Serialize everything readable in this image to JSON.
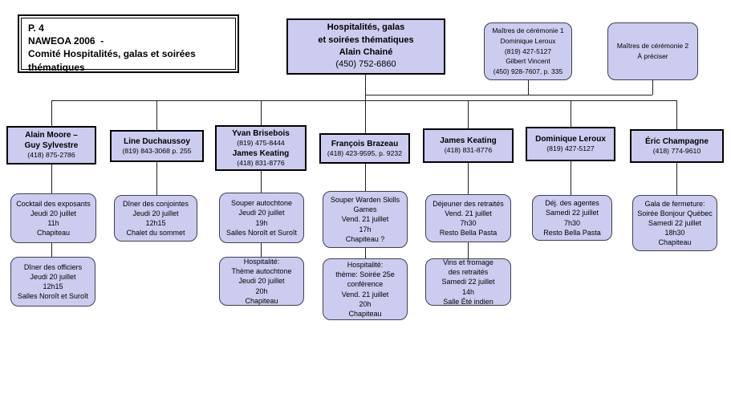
{
  "colors": {
    "box_fill": "#ccccf0",
    "box_border": "#000000",
    "rounded_box_border": "#40404f",
    "connector": "#202020",
    "background": "#ffffff"
  },
  "title_box": {
    "lines": [
      {
        "text": "P. 4",
        "bold": true
      },
      {
        "text": "NAWEOA 2006  -",
        "bold": true
      },
      {
        "text": "Comité Hospitalités, galas et soirées",
        "bold": true
      },
      {
        "text": "thématiques",
        "bold": true
      }
    ]
  },
  "root_box": {
    "lines": [
      {
        "text": "Hospitalités, galas",
        "bold": true
      },
      {
        "text": "et soirées thématiques",
        "bold": true
      },
      {
        "text": "Alain Chainé",
        "bold": true
      },
      {
        "text": "(450) 752-6860"
      }
    ]
  },
  "emcees": [
    {
      "lines": [
        {
          "text": "Maîtres de cérémonie 1"
        },
        {
          "text": "Dominique Leroux"
        },
        {
          "text": "(819) 427-5127"
        },
        {
          "text": "Gilbert Vincent"
        },
        {
          "text": "(450) 928-7607, p. 335"
        }
      ]
    },
    {
      "lines": [
        {
          "text": "Maîtres de cérémonie 2"
        },
        {
          "text": "À préciser"
        }
      ]
    }
  ],
  "leaders": [
    {
      "lines": [
        {
          "text": "Alain Moore –",
          "bold": true
        },
        {
          "text": "Guy Sylvestre",
          "bold": true
        },
        {
          "text": "(418) 875-2786",
          "small": true
        }
      ]
    },
    {
      "lines": [
        {
          "text": "Line Duchaussoy",
          "bold": true
        },
        {
          "text": "(819) 843-3068 p. 255",
          "small": true
        }
      ]
    },
    {
      "lines": [
        {
          "text": "Yvan Brisebois",
          "bold": true
        },
        {
          "text": "(819) 475-8444",
          "small": true
        },
        {
          "text": "James Keating",
          "bold": true
        },
        {
          "text": "(418) 831-8776",
          "small": true
        }
      ]
    },
    {
      "lines": [
        {
          "text": "François Brazeau",
          "bold": true
        },
        {
          "text": "(418) 423-9595, p. 9232",
          "small": true
        }
      ]
    },
    {
      "lines": [
        {
          "text": "James Keating",
          "bold": true
        },
        {
          "text": "(418) 831-8776",
          "small": true
        }
      ]
    },
    {
      "lines": [
        {
          "text": "Dominique Leroux",
          "bold": true
        },
        {
          "text": "(819) 427-5127",
          "small": true
        }
      ]
    },
    {
      "lines": [
        {
          "text": "Éric Champagne",
          "bold": true
        },
        {
          "text": "(418) 774-9610",
          "small": true
        }
      ]
    }
  ],
  "events": [
    {
      "lines": [
        {
          "text": "Cocktail des exposants"
        },
        {
          "text": "Jeudi 20 juillet"
        },
        {
          "text": "11h"
        },
        {
          "text": "Chapiteau"
        }
      ]
    },
    {
      "lines": [
        {
          "text": "Dîner des conjointes"
        },
        {
          "text": "Jeudi 20 juillet"
        },
        {
          "text": "12h15"
        },
        {
          "text": "Chalet du sommet"
        }
      ]
    },
    {
      "lines": [
        {
          "text": "Souper autochtone"
        },
        {
          "text": "Jeudi 20 juillet"
        },
        {
          "text": "19h"
        },
        {
          "text": "Salles Noroît et Suroît"
        }
      ]
    },
    {
      "lines": [
        {
          "text": "Souper Warden Skills"
        },
        {
          "text": "Games"
        },
        {
          "text": "Vend. 21 juillet"
        },
        {
          "text": "17h"
        },
        {
          "text": "Chapiteau ?"
        }
      ]
    },
    {
      "lines": [
        {
          "text": "Déjeuner des retraités"
        },
        {
          "text": "Vend. 21 juillet"
        },
        {
          "text": "7h30"
        },
        {
          "text": "Resto Bella Pasta"
        }
      ]
    },
    {
      "lines": [
        {
          "text": "Déj. des agentes"
        },
        {
          "text": "Samedi 22 juillet"
        },
        {
          "text": "7h30"
        },
        {
          "text": "Resto Bella Pasta"
        }
      ]
    },
    {
      "lines": [
        {
          "text": "Gala de fermeture:"
        },
        {
          "text": "Soirée Bonjour Québec"
        },
        {
          "text": "Samedi 22 juillet"
        },
        {
          "text": "18h30"
        },
        {
          "text": "Chapiteau"
        }
      ]
    }
  ],
  "sub_events": [
    {
      "lines": [
        {
          "text": "Dîner des officiers"
        },
        {
          "text": "Jeudi 20 juillet"
        },
        {
          "text": "12h15"
        },
        {
          "text": "Salles Noroît et Suroît"
        }
      ]
    },
    {
      "lines": [
        {
          "text": "Hospitalité:"
        },
        {
          "text": "Thème autochtone"
        },
        {
          "text": "Jeudi 20 juillet"
        },
        {
          "text": "20h"
        },
        {
          "text": "Chapiteau"
        }
      ]
    },
    {
      "lines": [
        {
          "text": "Hospitalité:"
        },
        {
          "text": "thème: Soirée 25e"
        },
        {
          "text": "conférence"
        },
        {
          "text": "Vend. 21 juillet"
        },
        {
          "text": "20h"
        },
        {
          "text": "Chapiteau"
        }
      ]
    },
    {
      "lines": [
        {
          "text": "Vins et fromage"
        },
        {
          "text": "des retraités"
        },
        {
          "text": "Samedi 22 juillet"
        },
        {
          "text": "14h"
        },
        {
          "text": "Salle Été indien"
        }
      ]
    }
  ]
}
